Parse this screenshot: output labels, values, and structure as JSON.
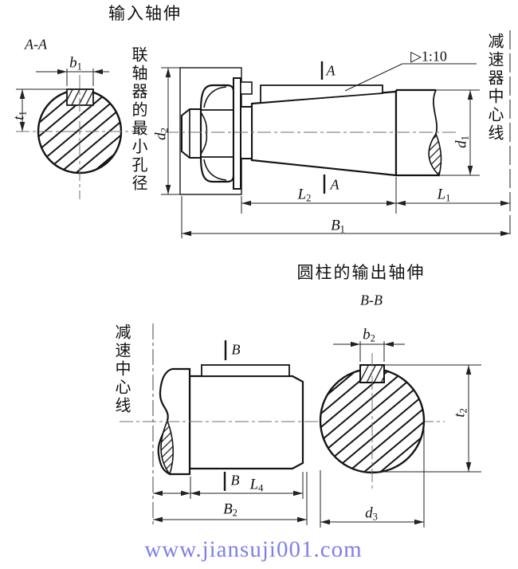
{
  "titles": {
    "input_shaft": "输入轴伸",
    "section_aa": "A-A",
    "output_shaft": "圆柱的输出轴伸",
    "section_bb": "B-B"
  },
  "vertical_labels": {
    "coupling_min_bore": "联轴器的最小孔径",
    "reducer_centerline": "减速器中心线",
    "reduction_centerline": "减速中心线"
  },
  "annotations": {
    "taper": "▷1:10",
    "section_mark_a": "A",
    "section_mark_b": "B"
  },
  "dimensions": {
    "b1": {
      "main": "b",
      "sub": "1"
    },
    "t1": {
      "main": "t",
      "sub": "1"
    },
    "d2": {
      "main": "d",
      "sub": "2"
    },
    "d1": {
      "main": "d",
      "sub": "1"
    },
    "L2": {
      "main": "L",
      "sub": "2"
    },
    "L1": {
      "main": "L",
      "sub": "1"
    },
    "B1": {
      "main": "B",
      "sub": "1"
    },
    "L4": {
      "main": "L",
      "sub": "4"
    },
    "B2": {
      "main": "B",
      "sub": "2"
    },
    "b2": {
      "main": "b",
      "sub": "2"
    },
    "t2": {
      "main": "t",
      "sub": "2"
    },
    "d3": {
      "main": "d",
      "sub": "3"
    }
  },
  "watermark": {
    "text": "www.jiansuji001.com",
    "color": "#7f7fe6"
  },
  "colors": {
    "outline": "#141414",
    "dimension": "#222222",
    "centerline": "#6f6f6f",
    "background": "#ffffff"
  }
}
